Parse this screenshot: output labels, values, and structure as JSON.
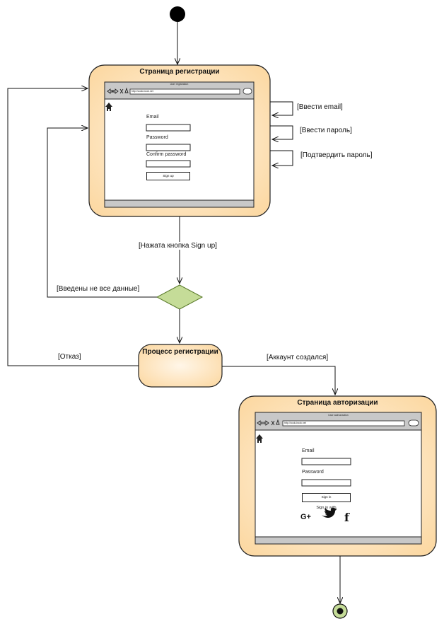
{
  "registration_state": {
    "title": "Страница регистрации",
    "window_title": "User registration",
    "url": "http://cook-book.net",
    "email_label": "Email",
    "password_label": "Password",
    "confirm_label": "Confirm password",
    "submit_label": "Sign up"
  },
  "authorization_state": {
    "title": "Страница авторизации",
    "window_title": "User authorization",
    "url": "http://cook-book.net",
    "email_label": "Email",
    "password_label": "Password",
    "submit_label": "Sign in",
    "sign_in_with": "Sign in with",
    "social_icons": [
      "google-plus-icon",
      "twitter-icon",
      "facebook-icon"
    ],
    "google_glyph": "G+",
    "facebook_glyph": "f"
  },
  "process_state": {
    "title": "Процесс регистрации"
  },
  "guards": {
    "enter_email": "[Ввести email]",
    "enter_password": "[Ввести пароль]",
    "confirm_password": "[Подтвердить пароль]",
    "signup_pressed": "[Нажата кнопка Sign up]",
    "incomplete_data": "[Введены не все данные]",
    "refusal": "[Отказ]",
    "account_created": "[Аккаунт создался]"
  },
  "colors": {
    "state_fill_outer": "#fde2b8",
    "state_fill_inner": "#fff6e8",
    "state_stroke": "#222222",
    "decision_fill": "#c5dc98",
    "final_fill": "#c5dc98",
    "browser_bar": "#c8c8c8"
  }
}
